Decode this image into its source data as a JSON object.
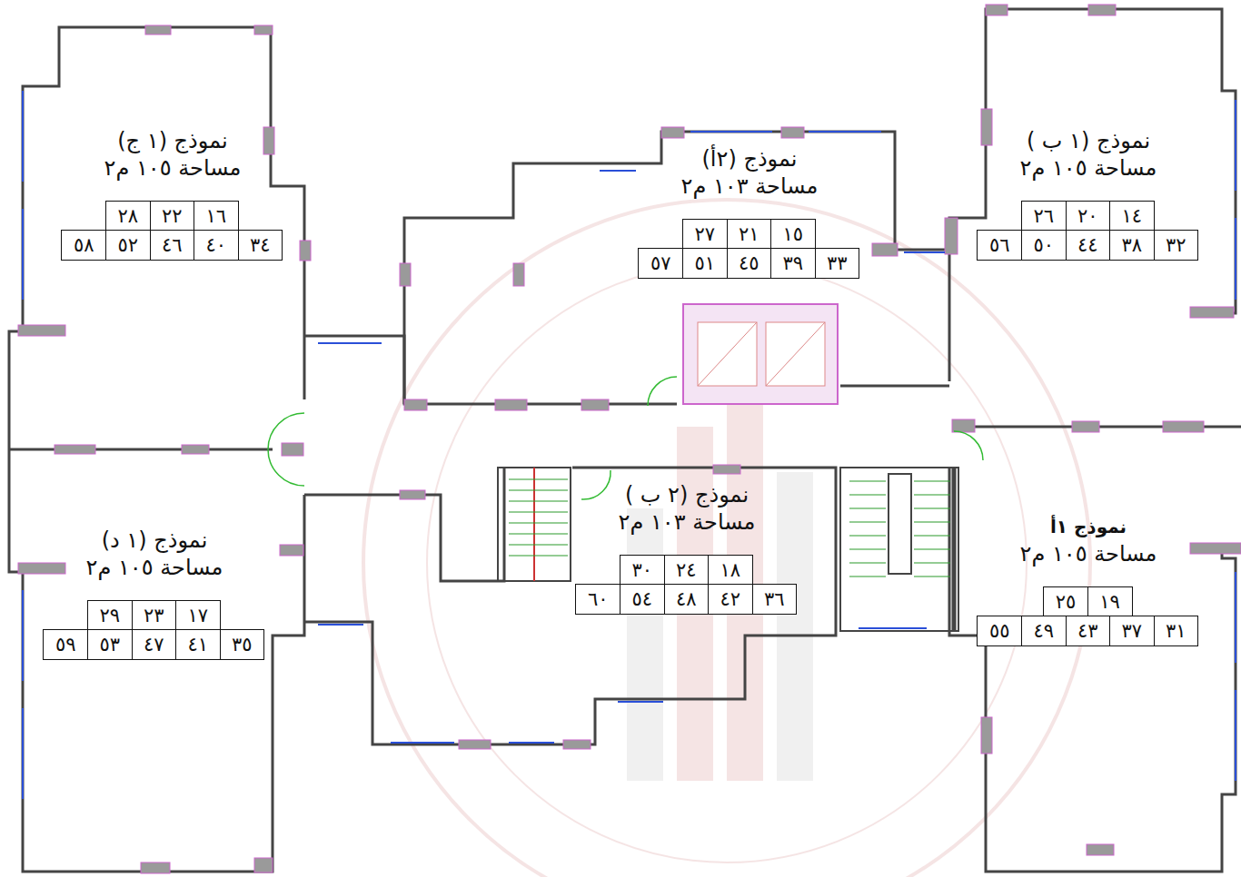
{
  "diagram": {
    "nodes": [
      {
        "text": [
          "نموذج (١ ج)",
          "مساحة ١٠٥ م٢"
        ]
      },
      {
        "text": [
          "نموذج (٢أ)",
          "مساحة ١٠٣ م٢"
        ]
      },
      {
        "text": [
          "نموذج (١ ب )",
          "مساحة ١٠٥ م٢"
        ]
      },
      {
        "text": [
          "نموذج (١ د)",
          "مساحة ١٠٥ م٢"
        ]
      },
      {
        "text": [
          "نموذج (٢ ب )",
          "مساحة ١٠٣ م٢"
        ]
      },
      {
        "text": [
          "نموذج ١أ",
          "مساحة ١٠٥ م٢"
        ]
      }
    ],
    "labels": [
      "١٦",
      "٢٢",
      "٢٨",
      "٣٤",
      "٤٠",
      "٤٦",
      "٥٢",
      "٥٨",
      "١٥",
      "٢١",
      "٢٧",
      "٣٣",
      "٣٩",
      "٤٥",
      "٥١",
      "٥٧",
      "١٤",
      "٢٠",
      "٢٦",
      "٣٢",
      "٣٨",
      "٤٤",
      "٥٠",
      "٥٦",
      "١٧",
      "٢٣",
      "٢٩",
      "٣٥",
      "٤١",
      "٤٧",
      "٥٣",
      "٥٩",
      "١٨",
      "٢٤",
      "٣٠",
      "٣٦",
      "٤٢",
      "٤٨",
      "٥٤",
      "٦٠",
      "١٩",
      "٢٥",
      "٣١",
      "٣٧",
      "٤٣",
      "٤٩",
      "٥٥"
    ]
  }
}
